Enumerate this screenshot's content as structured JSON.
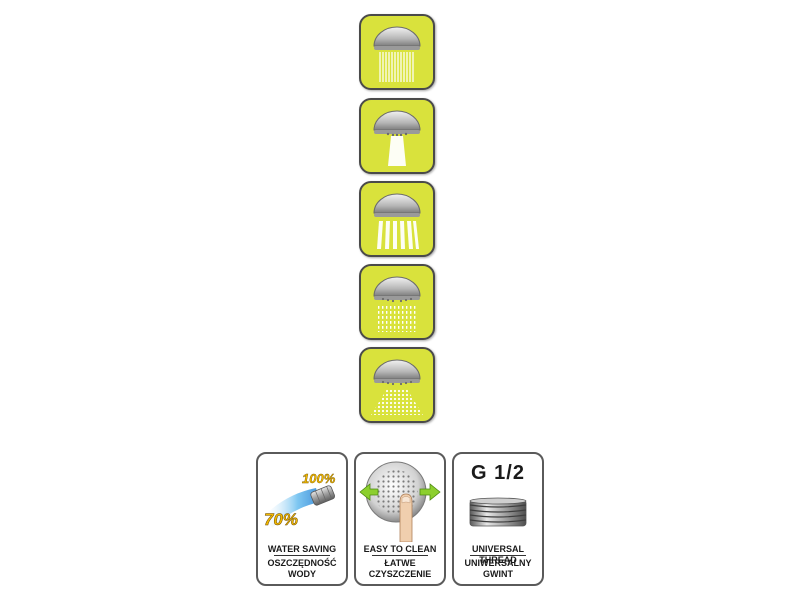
{
  "spray_modes": [
    {
      "mode": "rain-spray-icon"
    },
    {
      "mode": "jet-spray-icon"
    },
    {
      "mode": "massage-spray-icon"
    },
    {
      "mode": "mist-spray-icon"
    },
    {
      "mode": "aerated-spray-icon"
    }
  ],
  "features": {
    "water_saving": {
      "percent_high": "100%",
      "percent_low": "70%",
      "label_en": "WATER SAVING",
      "label_pl_1": "OSZCZĘDNOŚĆ",
      "label_pl_2": "WODY"
    },
    "easy_clean": {
      "label_en": "EASY TO CLEAN",
      "label_pl_1": "ŁATWE",
      "label_pl_2": "CZYSZCZENIE"
    },
    "thread": {
      "size": "G  1/2",
      "label_en": "UNIVERSAL THREAD",
      "label_pl_1": "UNIWERSALNY",
      "label_pl_2": "GWINT"
    }
  },
  "colors": {
    "tile_green": "#d9e23c",
    "border_grey": "#4a4a4a",
    "accent_yellow": "#f2b800",
    "arrow_green": "#8ccf2e",
    "water_blue": "#3a9ad9"
  }
}
